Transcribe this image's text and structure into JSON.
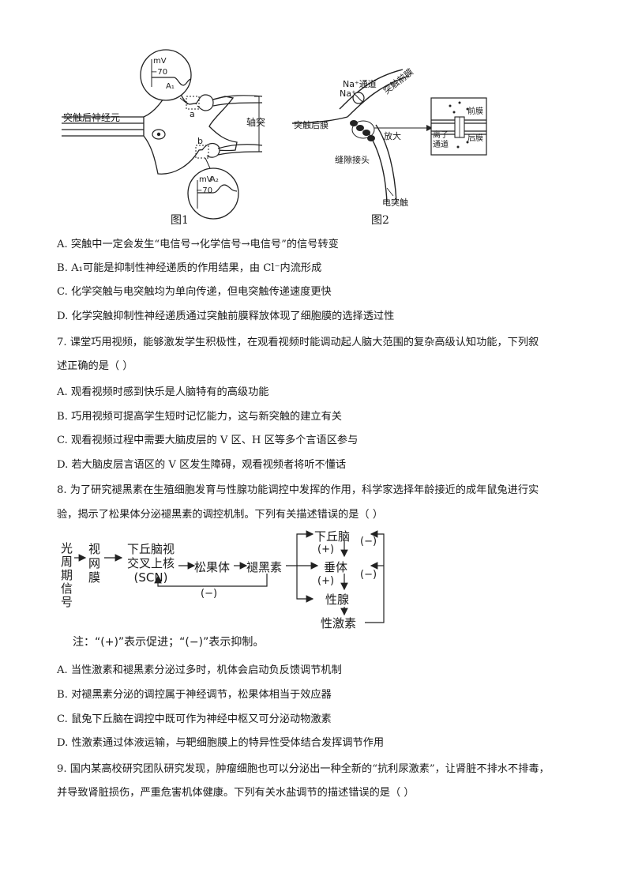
{
  "figure1": {
    "postsynaptic_label": "突触后神经元",
    "axon_label": "轴突",
    "point_a": "a",
    "point_b": "b",
    "inset_top": {
      "unit": "mV",
      "value": "−70",
      "tag": "A₁"
    },
    "inset_bottom": {
      "unit": "mV",
      "value": "−70",
      "tag": "A₂"
    },
    "caption": "图1"
  },
  "figure2": {
    "na_channel": "Na⁺通道",
    "na_ion": "Na⁺",
    "presynaptic": "突触前膜",
    "postsynaptic": "突触后膜",
    "gap_junction": "缝隙接头",
    "zoom": "放大",
    "electrical_synapse": "电突触",
    "zoom_front": "前膜",
    "zoom_back": "后膜",
    "zoom_channel": "离子通道",
    "caption": "图2"
  },
  "q6_options": [
    "A.  突触中一定会发生“电信号→化学信号→电信号”的信号转变",
    "B. A₁可能是抑制性神经递质的作用结果，由 Cl⁻内流形成",
    "C.  化学突触与电突触均为单向传递，但电突触传递速度更快",
    "D.  化学突触抑制性神经递质通过突触前膜释放体现了细胞膜的选择透过性"
  ],
  "q7": {
    "stem_line1": "7.  课堂巧用视频，能够激发学生积极性，在观看视频时能调动起人脑大范围的复杂高级认知功能，下列叙",
    "stem_line2": "述正确的是（        ）",
    "options": [
      "A.  观看视频时感到快乐是人脑特有的高级功能",
      "B.  巧用视频可提高学生短时记忆能力，这与新突触的建立有关",
      "C.  观看视频过程中需要大脑皮层的 V 区、H 区等多个言语区参与",
      "D.  若大脑皮层言语区的 V 区发生障碍，观看视频者将听不懂话"
    ]
  },
  "q8": {
    "stem_line1": "8.  为了研究褪黑素在生殖细胞发育与性腺功能调控中发挥的作用，科学家选择年龄接近的成年鼠兔进行实",
    "stem_line2": "验，揭示了松果体分泌褪黑素的调控机制。下列有关描述错误的是（        ）",
    "diagram": {
      "signal": [
        "光",
        "周",
        "期",
        "信",
        "号"
      ],
      "retina": [
        "视",
        "网",
        "膜"
      ],
      "scn": [
        "下丘脑视",
        "交叉上核",
        "(SCN)"
      ],
      "pineal": "松果体",
      "melatonin": "褪黑素",
      "hypothalamus": "下丘脑",
      "pituitary": "垂体",
      "gonad": "性腺",
      "sex_hormone": "性激素",
      "plus": "(+)",
      "minus": "(−)"
    },
    "note": "注：“(+)”表示促进；“(−)”表示抑制。",
    "options": [
      "A.  当性激素和褪黑素分泌过多时，机体会启动负反馈调节机制",
      "B.  对褪黑素分泌的调控属于神经调节，松果体相当于效应器",
      "C.  鼠兔下丘脑在调控中既可作为神经中枢又可分泌动物激素",
      "D.  性激素通过体液运输，与靶细胞膜上的特异性受体结合发挥调节作用"
    ]
  },
  "q9": {
    "stem_line1": "9.  国内某高校研究团队研究发现，肿瘤细胞也可以分泌出一种全新的“抗利尿激素”，让肾脏不排水不排毒，",
    "stem_line2": "并导致肾脏损伤，严重危害机体健康。下列有关水盐调节的描述错误的是（        ）"
  }
}
